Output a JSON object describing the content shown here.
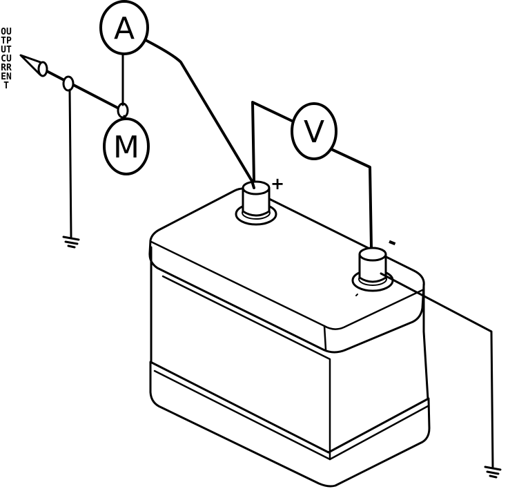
{
  "side_label": "OUTPUT CURRENT",
  "meters": {
    "ammeter": "A",
    "motor": "M",
    "voltmeter": "V"
  },
  "terminals": {
    "positive": "+",
    "negative": "-"
  }
}
